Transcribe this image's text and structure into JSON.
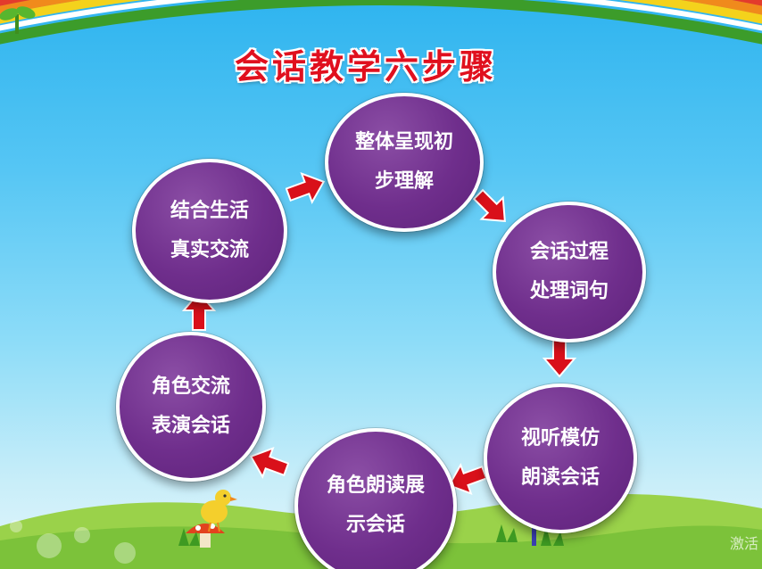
{
  "title": "会话教学六步骤",
  "steps": [
    {
      "line1": "整体呈现初",
      "line2": "步理解"
    },
    {
      "line1": "会话过程",
      "line2": "处理词句"
    },
    {
      "line1": "视听模仿",
      "line2": "朗读会话"
    },
    {
      "line1": "角色朗读展",
      "line2": "示会话"
    },
    {
      "line1": "角色交流",
      "line2": "表演会话"
    },
    {
      "line1": "结合生活",
      "line2": "真实交流"
    }
  ],
  "watermark": "激活",
  "colors": {
    "circle": "#6f2e8c",
    "arrow": "#d9101a",
    "title": "#e0101e"
  },
  "icons": [
    "sprout-icon",
    "rainbow-decoration",
    "chick-icon",
    "mushroom-icon",
    "grass-decoration"
  ]
}
